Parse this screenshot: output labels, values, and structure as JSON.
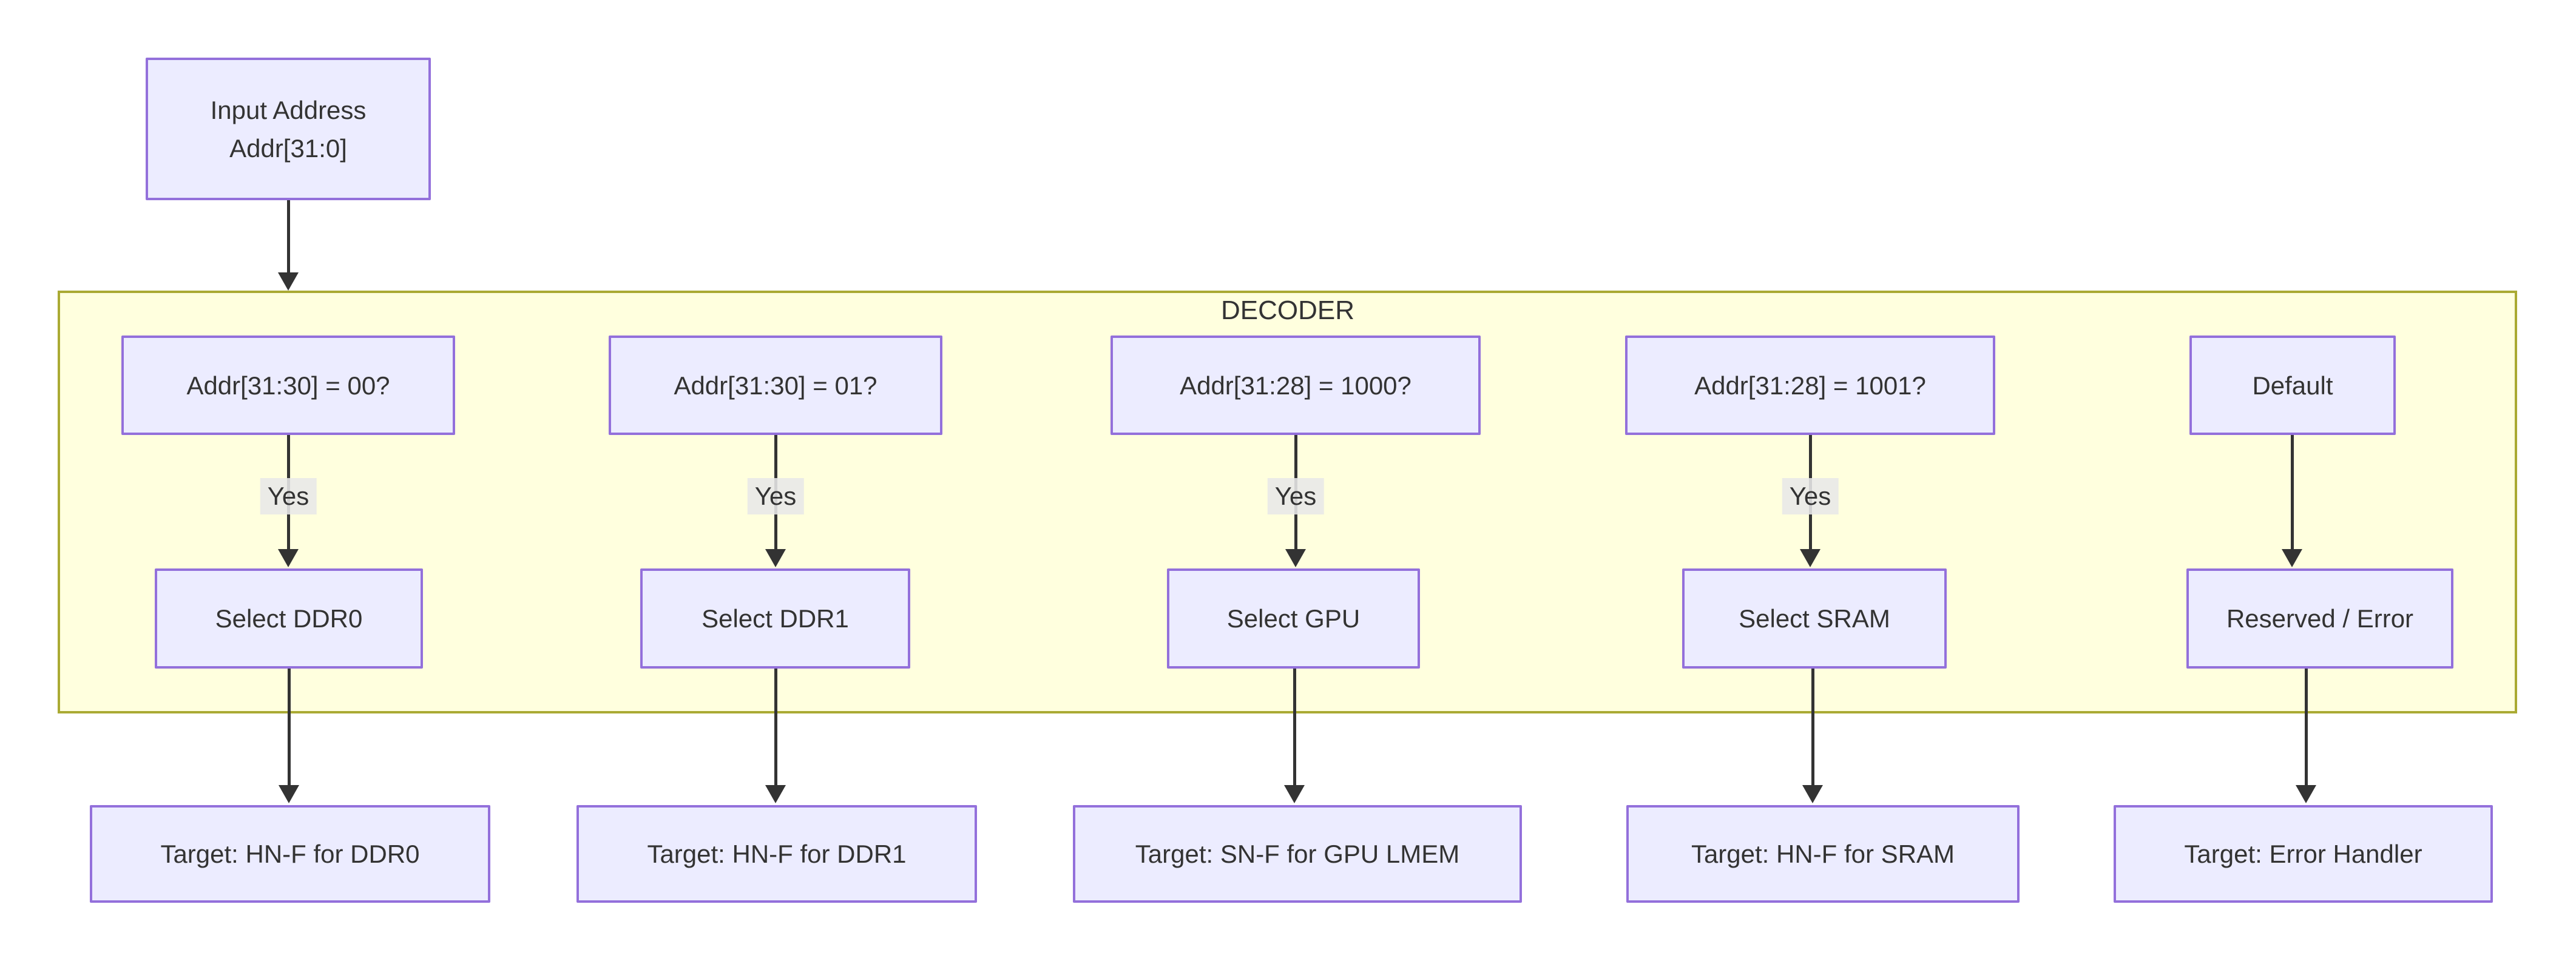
{
  "diagram_type": "flowchart",
  "colors": {
    "background": "#ffffff",
    "node_fill": "#ececff",
    "node_border": "#9370db",
    "cluster_fill": "#ffffde",
    "cluster_border": "#aaaa33",
    "edge_color": "#333333",
    "text_color": "#333333",
    "edge_label_bg": "#e8e8e8"
  },
  "input_node": {
    "line1": "Input Address",
    "line2": "Addr[31:0]"
  },
  "decoder": {
    "label": "DECODER"
  },
  "columns": [
    {
      "condition": "Addr[31:30] = 00?",
      "edge_label": "Yes",
      "action": "Select DDR0",
      "target": "Target: HN-F for DDR0"
    },
    {
      "condition": "Addr[31:30] = 01?",
      "edge_label": "Yes",
      "action": "Select DDR1",
      "target": "Target: HN-F for DDR1"
    },
    {
      "condition": "Addr[31:28] = 1000?",
      "edge_label": "Yes",
      "action": "Select GPU",
      "target": "Target: SN-F for GPU LMEM"
    },
    {
      "condition": "Addr[31:28] = 1001?",
      "edge_label": "Yes",
      "action": "Select SRAM",
      "target": "Target: HN-F for SRAM"
    },
    {
      "condition": "Default",
      "edge_label": "",
      "action": "Reserved / Error",
      "target": "Target: Error Handler"
    }
  ]
}
